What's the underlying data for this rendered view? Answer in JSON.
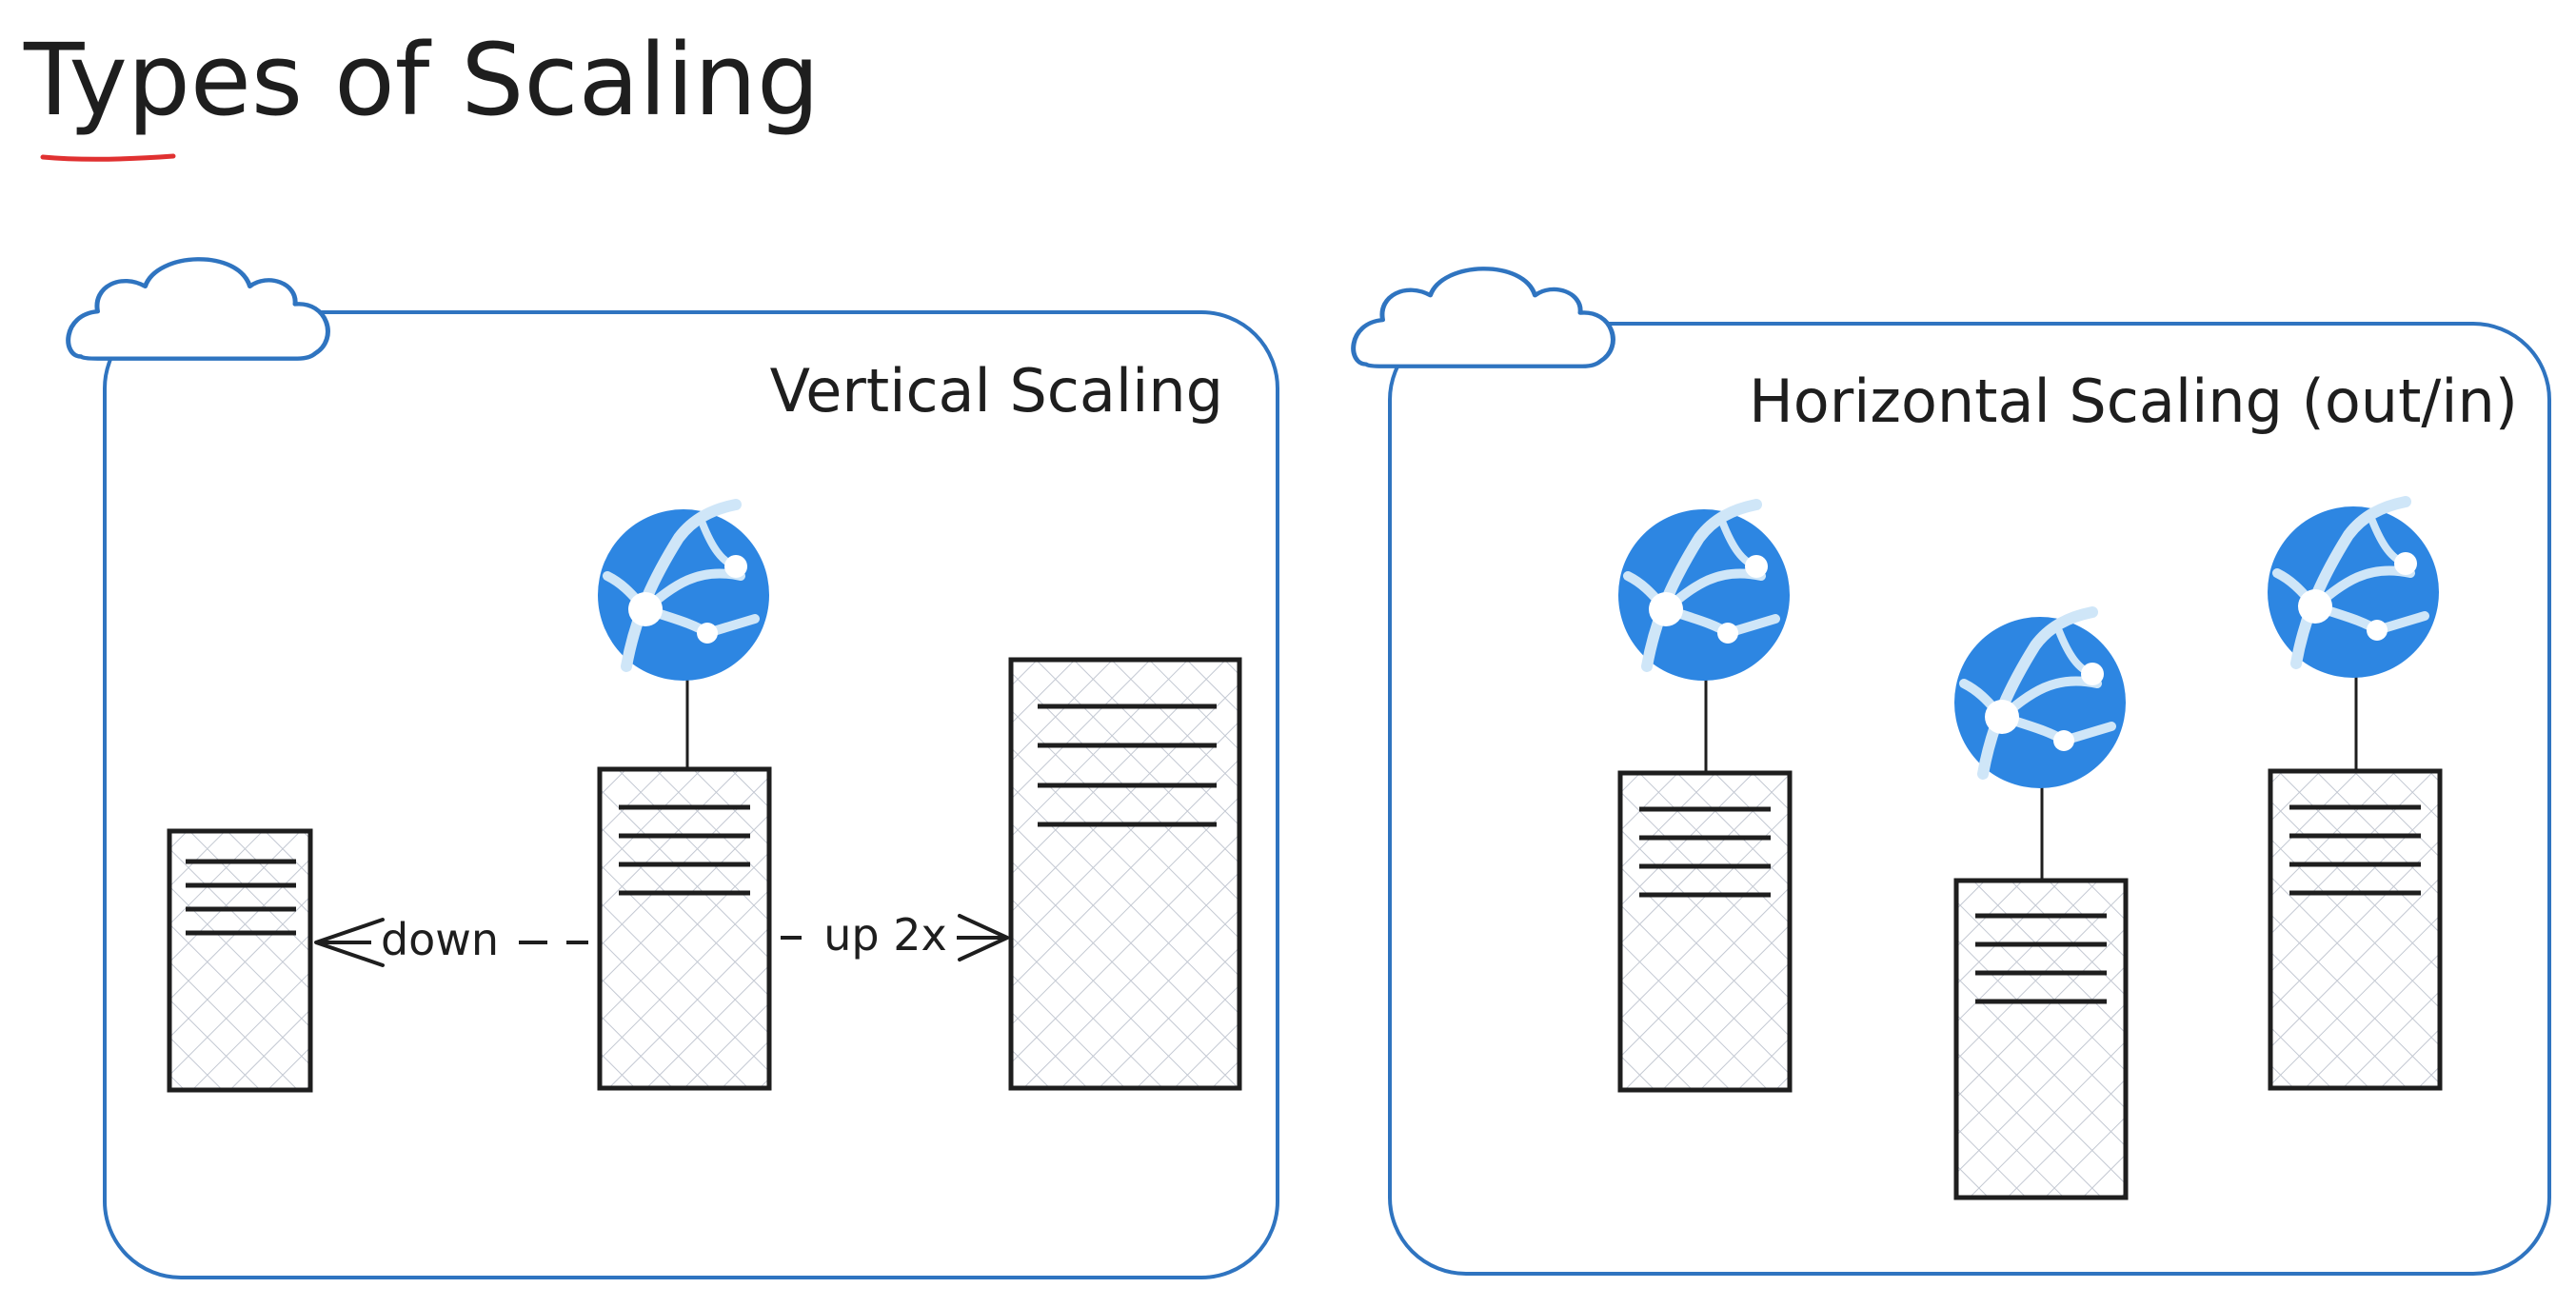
{
  "title": "Types of Scaling",
  "colors": {
    "ink": "#1e1e1e",
    "frame": "#2f74c0",
    "node_fill": "#2d86e2",
    "node_detail": "#ffffff",
    "hatch": "#c3c8d2",
    "title_underline": "#e03131"
  },
  "panels": {
    "vertical": {
      "label": "Vertical Scaling",
      "arrow_down": "down",
      "arrow_up": "up 2x"
    },
    "horizontal": {
      "label": "Horizontal Scaling (out/in)"
    }
  },
  "icons": [
    "cloud-icon",
    "network-node-icon",
    "server-icon"
  ]
}
